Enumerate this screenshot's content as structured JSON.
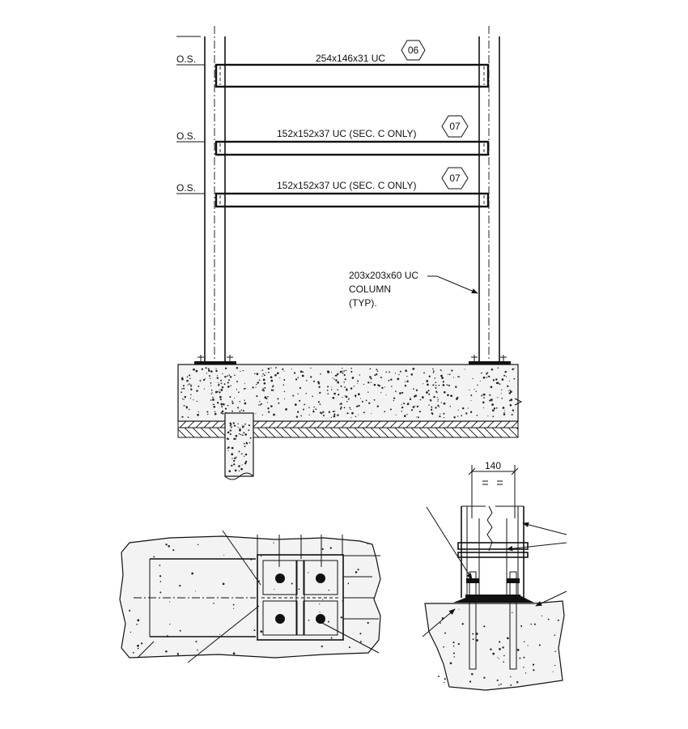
{
  "elevation": {
    "os_label": "O.S.",
    "beams": [
      {
        "section": "254x146x31 UC",
        "tag": "06"
      },
      {
        "section": "152x152x37 UC (SEC. C ONLY)",
        "tag": "07"
      },
      {
        "section": "152x152x37 UC (SEC. C ONLY)",
        "tag": "07"
      }
    ],
    "column_callout": [
      "203x203x60 UC",
      "COLUMN",
      "(TYP)."
    ]
  },
  "base_detail": {
    "dimension": "140"
  }
}
